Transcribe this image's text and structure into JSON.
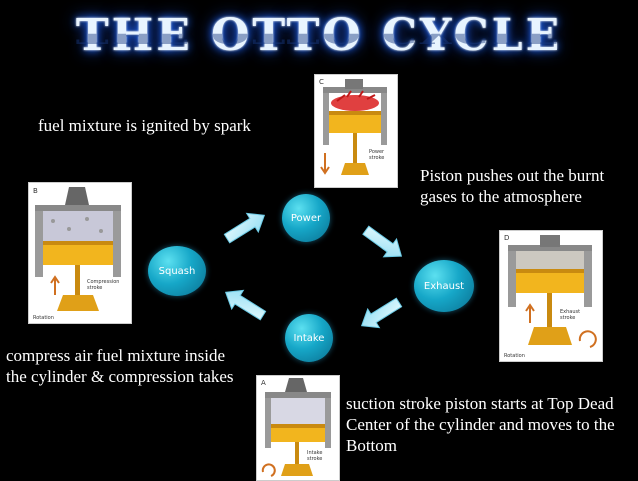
{
  "title": "THE OTTO CYCLE",
  "captions": {
    "spark": "fuel mixture is ignited by spark",
    "exhaust": "Piston pushes out the burnt gases to the atmosphere",
    "compress": "compress air fuel mixture inside the cylinder & compression takes",
    "intake": "suction stroke piston starts at Top Dead Center of the cylinder and moves to the Bottom"
  },
  "nodes": {
    "power": "Power",
    "squash": "Squash",
    "exhaust": "Exhaust",
    "intake": "Intake"
  },
  "figures": {
    "power": {
      "letter": "C",
      "label1": "Power",
      "label2": "stroke"
    },
    "compression": {
      "letter": "B",
      "label1": "Compression",
      "label2": "stroke",
      "label3": "Rotation"
    },
    "exhaust": {
      "letter": "D",
      "label1": "Exhaust",
      "label2": "stroke",
      "label3": "Rotation"
    },
    "intake": {
      "letter": "A",
      "label1": "Intake",
      "label2": "stroke"
    }
  },
  "colors": {
    "node": "#16a7c8",
    "arrow": "#a8e6f6",
    "fuel": "#f2b51e",
    "title_glow": "#1e6cff"
  }
}
